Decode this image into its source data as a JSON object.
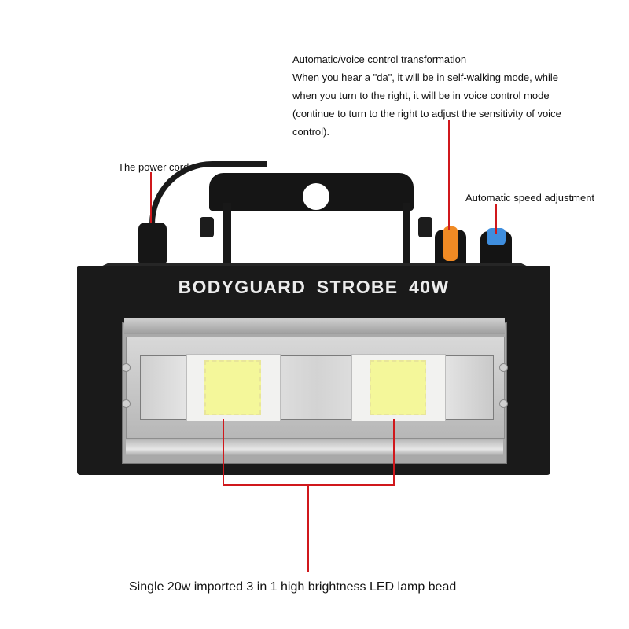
{
  "product": {
    "name_label": "BODYGUARD  STROBE  40W",
    "body_color": "#1a1a1a",
    "led_chip_color": "#f4f79a",
    "knobs": [
      {
        "name": "automatic-voice-control-knob",
        "cap_color": "#f08a24"
      },
      {
        "name": "automatic-speed-knob",
        "cap_color": "#3f8ede"
      }
    ]
  },
  "annotations": {
    "leader_color": "#d0181c",
    "voice_control": {
      "title": "Automatic/voice control transformation",
      "lines": [
        "When you hear a \"da\", it will be in self-walking mode, while",
        "when you turn to the right, it will be in voice control mode",
        "(continue to turn to the right to adjust the sensitivity of voice",
        "control)."
      ]
    },
    "power_cord": {
      "label": "The power cord"
    },
    "speed": {
      "label": "Automatic speed adjustment"
    },
    "led": {
      "label": "Single 20w imported 3 in 1 high brightness LED lamp bead"
    }
  }
}
